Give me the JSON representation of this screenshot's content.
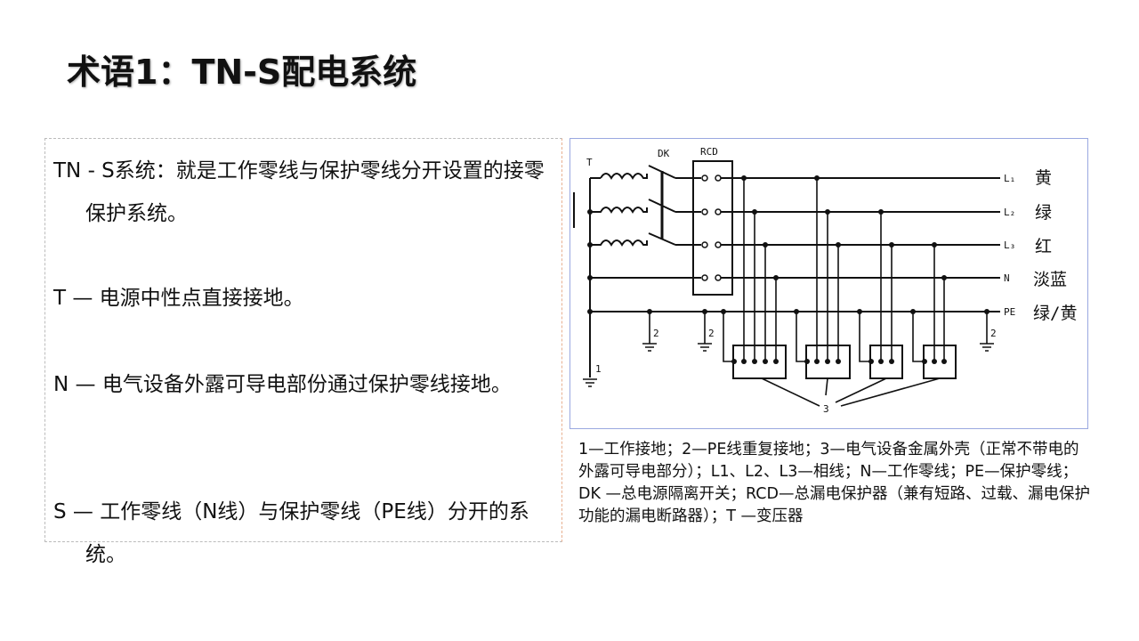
{
  "title": "术语1：TN-S配电系统",
  "paragraphs": [
    "TN - S系统：就是工作零线与保护零线分开设置的接零保护系统。",
    "T — 电源中性点直接接地。",
    "N — 电气设备外露可导电部份通过保护零线接地。",
    "S — 工作零线（N线）与保护零线（PE线）分开的系统。"
  ],
  "diagram": {
    "labels": {
      "T": "T",
      "DK": "DK",
      "RCD": "RCD",
      "L1": "L₁",
      "L2": "L₂",
      "L3": "L₃",
      "N": "N",
      "PE": "PE",
      "g1": "1",
      "g2": "2",
      "equip": "3"
    },
    "colors": [
      "黄",
      "绿",
      "红",
      "淡蓝",
      "绿/黄"
    ]
  },
  "caption": "1—工作接地；2—PE线重复接地；3—电气设备金属外壳（正常不带电的外露可导电部分）；L1、L2、L3—相线；N—工作零线；PE—保护零线；DK —总电源隔离开关；RCD—总漏电保护器（兼有短路、过载、漏电保护功能的漏电断路器）；T —变压器"
}
